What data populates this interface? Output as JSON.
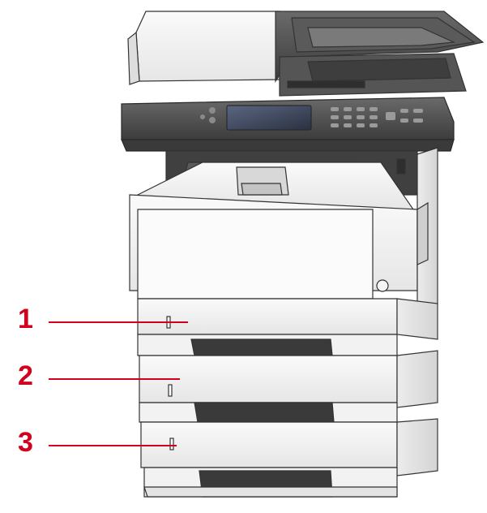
{
  "callouts": [
    {
      "label": "1"
    },
    {
      "label": "2"
    },
    {
      "label": "3"
    }
  ],
  "colors": {
    "callout": "#d2001c",
    "body_light": "#f4f4f4",
    "body_mid": "#e2e2e2",
    "panel_dark": "#4a4a4a",
    "outline": "#333333"
  }
}
